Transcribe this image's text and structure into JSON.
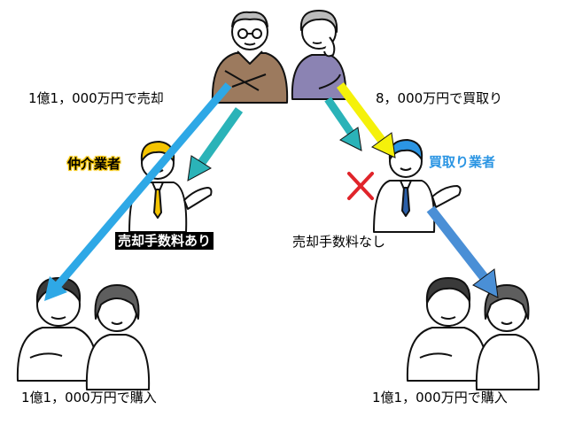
{
  "labels": {
    "sell_price": "1億1，000万円で売却",
    "buyback_price": "8，000万円で買取り",
    "broker": "仲介業者",
    "buyback_company": "買取り業者",
    "fee_yes": "売却手数料あり",
    "fee_no": "売却手数料なし",
    "purchase_left": "1億1，000万円で購入",
    "purchase_right": "1億1，000万円で購入"
  },
  "colors": {
    "arrow_blue": "#2ea8e6",
    "arrow_teal": "#2bb3b8",
    "arrow_yellow": "#f5f10a",
    "cross_red": "#e0242a",
    "broker_highlight": "#f5c400",
    "buyer_text": "#2b95e3",
    "sweater_brown": "#9c7a5e",
    "sweater_purple": "#8b83b3",
    "hair_gray": "#bcbcbc",
    "hair_dark": "#5e5e5e",
    "skin": "#ffffff"
  }
}
